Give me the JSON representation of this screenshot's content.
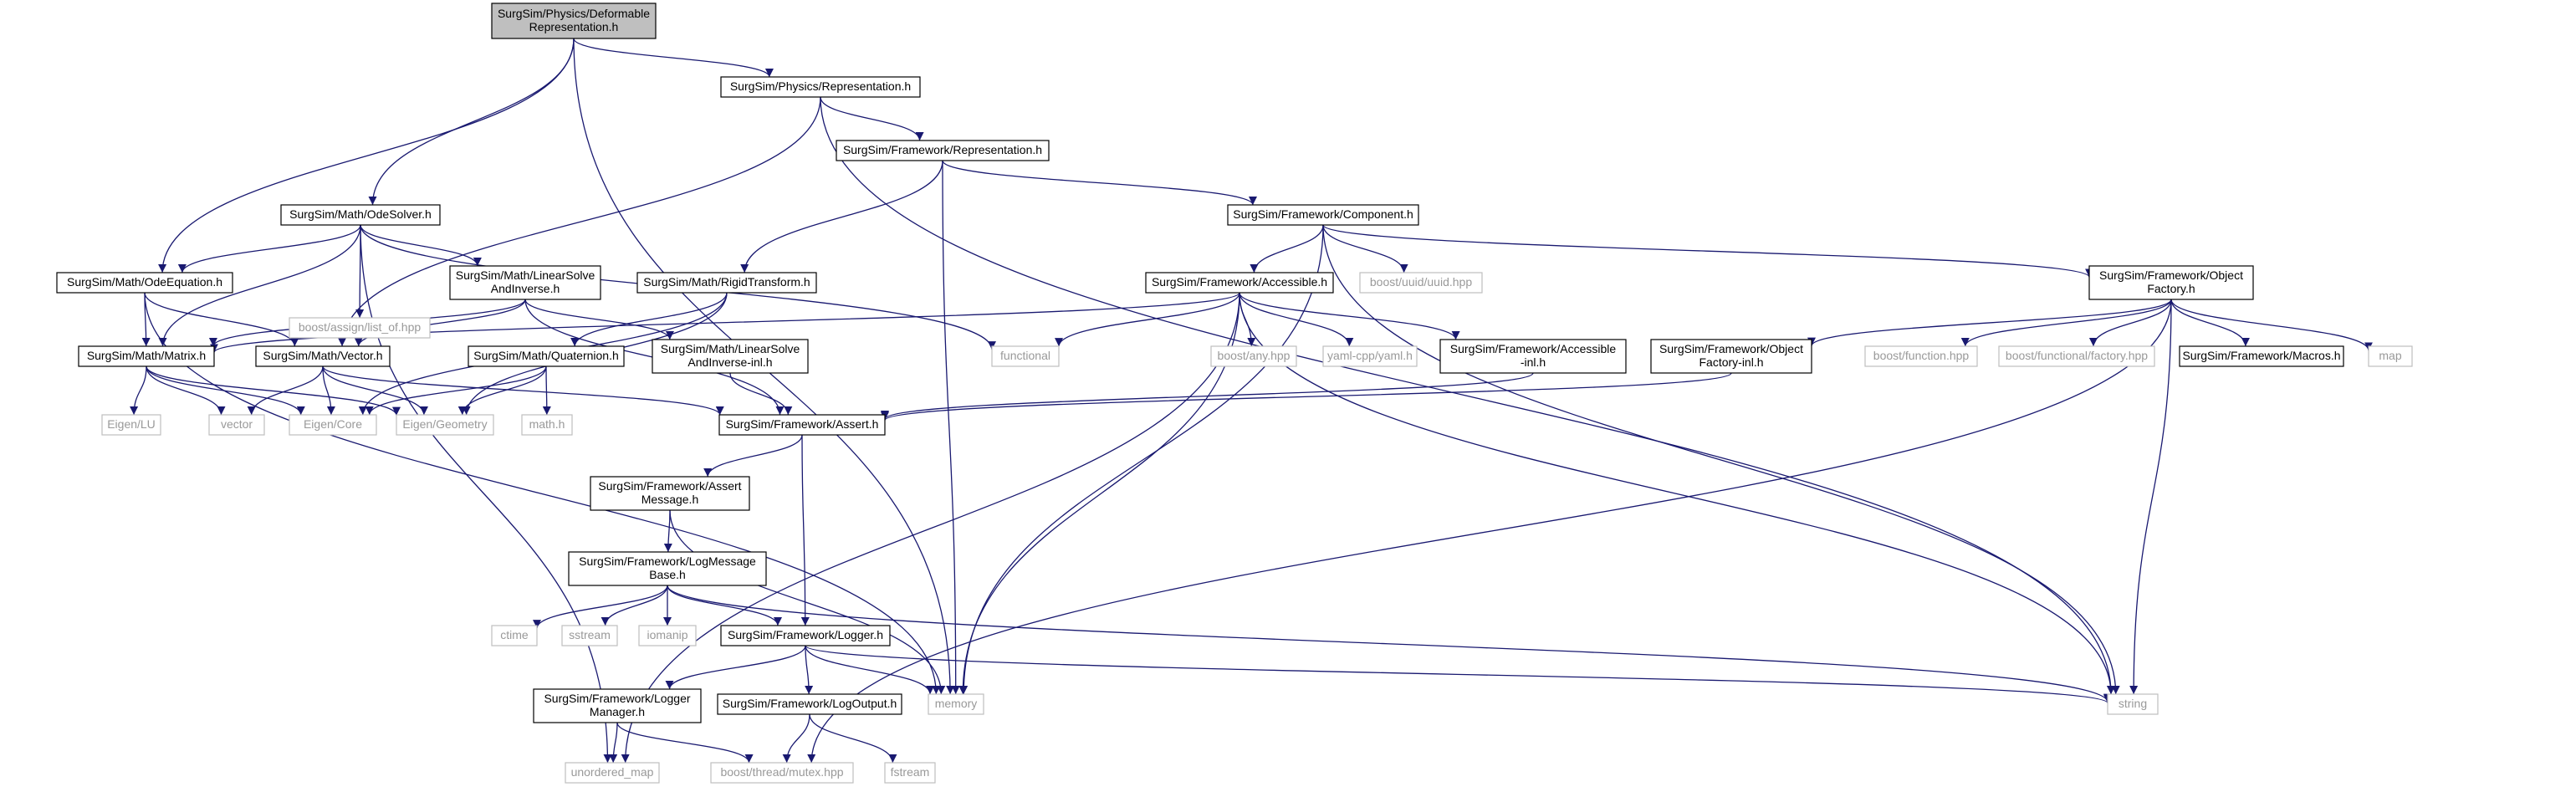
{
  "colors": {
    "edge": "#191970",
    "root_fill": "#bfbfbf",
    "header_border": "#000000",
    "external_border": "#bfbfbf",
    "external_text": "#999999",
    "text": "#000000",
    "background": "#ffffff"
  },
  "nodes": [
    {
      "id": "root",
      "lines": [
        "SurgSim/Physics/Deformable",
        "Representation.h"
      ],
      "kind": "root"
    },
    {
      "id": "phys_rep",
      "lines": [
        "SurgSim/Physics/Representation.h"
      ],
      "kind": "header"
    },
    {
      "id": "fw_rep",
      "lines": [
        "SurgSim/Framework/Representation.h"
      ],
      "kind": "header"
    },
    {
      "id": "component",
      "lines": [
        "SurgSim/Framework/Component.h"
      ],
      "kind": "header"
    },
    {
      "id": "odesolver",
      "lines": [
        "SurgSim/Math/OdeSolver.h"
      ],
      "kind": "header"
    },
    {
      "id": "odeequation",
      "lines": [
        "SurgSim/Math/OdeEquation.h"
      ],
      "kind": "header"
    },
    {
      "id": "boost_assign",
      "lines": [
        "boost/assign/list_of.hpp"
      ],
      "kind": "external"
    },
    {
      "id": "linsolve",
      "lines": [
        "SurgSim/Math/LinearSolve",
        "AndInverse.h"
      ],
      "kind": "header"
    },
    {
      "id": "rigid",
      "lines": [
        "SurgSim/Math/RigidTransform.h"
      ],
      "kind": "header"
    },
    {
      "id": "accessible",
      "lines": [
        "SurgSim/Framework/Accessible.h"
      ],
      "kind": "header"
    },
    {
      "id": "boost_uuid",
      "lines": [
        "boost/uuid/uuid.hpp"
      ],
      "kind": "external"
    },
    {
      "id": "objfactory",
      "lines": [
        "SurgSim/Framework/Object",
        "Factory.h"
      ],
      "kind": "header"
    },
    {
      "id": "matrix",
      "lines": [
        "SurgSim/Math/Matrix.h"
      ],
      "kind": "header"
    },
    {
      "id": "vector_h",
      "lines": [
        "SurgSim/Math/Vector.h"
      ],
      "kind": "header"
    },
    {
      "id": "quaternion",
      "lines": [
        "SurgSim/Math/Quaternion.h"
      ],
      "kind": "header"
    },
    {
      "id": "linsolve_inl",
      "lines": [
        "SurgSim/Math/LinearSolve",
        "AndInverse-inl.h"
      ],
      "kind": "header"
    },
    {
      "id": "functional",
      "lines": [
        "functional"
      ],
      "kind": "external"
    },
    {
      "id": "boost_any",
      "lines": [
        "boost/any.hpp"
      ],
      "kind": "external"
    },
    {
      "id": "yaml",
      "lines": [
        "yaml-cpp/yaml.h"
      ],
      "kind": "external"
    },
    {
      "id": "accessible_inl",
      "lines": [
        "SurgSim/Framework/Accessible",
        "-inl.h"
      ],
      "kind": "header"
    },
    {
      "id": "objfactory_inl",
      "lines": [
        "SurgSim/Framework/Object",
        "Factory-inl.h"
      ],
      "kind": "header"
    },
    {
      "id": "boost_function",
      "lines": [
        "boost/function.hpp"
      ],
      "kind": "external"
    },
    {
      "id": "boost_factory",
      "lines": [
        "boost/functional/factory.hpp"
      ],
      "kind": "external"
    },
    {
      "id": "macros",
      "lines": [
        "SurgSim/Framework/Macros.h"
      ],
      "kind": "header"
    },
    {
      "id": "map",
      "lines": [
        "map"
      ],
      "kind": "external"
    },
    {
      "id": "eigen_lu",
      "lines": [
        "Eigen/LU"
      ],
      "kind": "external"
    },
    {
      "id": "vector_std",
      "lines": [
        "vector"
      ],
      "kind": "external"
    },
    {
      "id": "eigen_core",
      "lines": [
        "Eigen/Core"
      ],
      "kind": "external"
    },
    {
      "id": "eigen_geometry",
      "lines": [
        "Eigen/Geometry"
      ],
      "kind": "external"
    },
    {
      "id": "math_h",
      "lines": [
        "math.h"
      ],
      "kind": "external"
    },
    {
      "id": "assert",
      "lines": [
        "SurgSim/Framework/Assert.h"
      ],
      "kind": "header"
    },
    {
      "id": "assertmsg",
      "lines": [
        "SurgSim/Framework/Assert",
        "Message.h"
      ],
      "kind": "header"
    },
    {
      "id": "logmsgbase",
      "lines": [
        "SurgSim/Framework/LogMessage",
        "Base.h"
      ],
      "kind": "header"
    },
    {
      "id": "ctime",
      "lines": [
        "ctime"
      ],
      "kind": "external"
    },
    {
      "id": "sstream",
      "lines": [
        "sstream"
      ],
      "kind": "external"
    },
    {
      "id": "iomanip",
      "lines": [
        "iomanip"
      ],
      "kind": "external"
    },
    {
      "id": "logger",
      "lines": [
        "SurgSim/Framework/Logger.h"
      ],
      "kind": "header"
    },
    {
      "id": "memory",
      "lines": [
        "memory"
      ],
      "kind": "external"
    },
    {
      "id": "string",
      "lines": [
        "string"
      ],
      "kind": "external"
    },
    {
      "id": "loggermgr",
      "lines": [
        "SurgSim/Framework/Logger",
        "Manager.h"
      ],
      "kind": "header"
    },
    {
      "id": "logoutput",
      "lines": [
        "SurgSim/Framework/LogOutput.h"
      ],
      "kind": "header"
    },
    {
      "id": "unordered_map",
      "lines": [
        "unordered_map"
      ],
      "kind": "external"
    },
    {
      "id": "boost_mutex",
      "lines": [
        "boost/thread/mutex.hpp"
      ],
      "kind": "external"
    },
    {
      "id": "fstream",
      "lines": [
        "fstream"
      ],
      "kind": "external"
    }
  ],
  "edges": [
    [
      "root",
      "phys_rep"
    ],
    [
      "root",
      "odesolver"
    ],
    [
      "root",
      "odeequation"
    ],
    [
      "root",
      "memory"
    ],
    [
      "phys_rep",
      "fw_rep"
    ],
    [
      "phys_rep",
      "vector_h"
    ],
    [
      "phys_rep",
      "string"
    ],
    [
      "fw_rep",
      "component"
    ],
    [
      "fw_rep",
      "rigid"
    ],
    [
      "fw_rep",
      "memory"
    ],
    [
      "component",
      "accessible"
    ],
    [
      "component",
      "boost_uuid"
    ],
    [
      "component",
      "objfactory"
    ],
    [
      "component",
      "memory"
    ],
    [
      "component",
      "string"
    ],
    [
      "odesolver",
      "odeequation"
    ],
    [
      "odesolver",
      "boost_assign"
    ],
    [
      "odesolver",
      "linsolve"
    ],
    [
      "odesolver",
      "matrix"
    ],
    [
      "odesolver",
      "functional"
    ],
    [
      "odesolver",
      "unordered_map"
    ],
    [
      "odeequation",
      "matrix"
    ],
    [
      "odeequation",
      "vector_h"
    ],
    [
      "odeequation",
      "memory"
    ],
    [
      "linsolve",
      "matrix"
    ],
    [
      "linsolve",
      "vector_h"
    ],
    [
      "linsolve",
      "linsolve_inl"
    ],
    [
      "linsolve",
      "assert"
    ],
    [
      "rigid",
      "quaternion"
    ],
    [
      "rigid",
      "eigen_core"
    ],
    [
      "rigid",
      "eigen_geometry"
    ],
    [
      "accessible",
      "matrix"
    ],
    [
      "accessible",
      "functional"
    ],
    [
      "accessible",
      "boost_any"
    ],
    [
      "accessible",
      "yaml"
    ],
    [
      "accessible",
      "accessible_inl"
    ],
    [
      "accessible",
      "memory"
    ],
    [
      "accessible",
      "unordered_map"
    ],
    [
      "accessible",
      "string"
    ],
    [
      "objfactory",
      "objfactory_inl"
    ],
    [
      "objfactory",
      "boost_function"
    ],
    [
      "objfactory",
      "boost_factory"
    ],
    [
      "objfactory",
      "macros"
    ],
    [
      "objfactory",
      "map"
    ],
    [
      "objfactory",
      "string"
    ],
    [
      "objfactory",
      "boost_mutex"
    ],
    [
      "matrix",
      "eigen_lu"
    ],
    [
      "matrix",
      "vector_std"
    ],
    [
      "matrix",
      "eigen_core"
    ],
    [
      "matrix",
      "eigen_geometry"
    ],
    [
      "vector_h",
      "vector_std"
    ],
    [
      "vector_h",
      "eigen_core"
    ],
    [
      "vector_h",
      "eigen_geometry"
    ],
    [
      "vector_h",
      "assert"
    ],
    [
      "quaternion",
      "eigen_core"
    ],
    [
      "quaternion",
      "eigen_geometry"
    ],
    [
      "quaternion",
      "math_h"
    ],
    [
      "linsolve_inl",
      "assert"
    ],
    [
      "accessible_inl",
      "assert"
    ],
    [
      "objfactory_inl",
      "assert"
    ],
    [
      "assert",
      "assertmsg"
    ],
    [
      "assert",
      "logger"
    ],
    [
      "assertmsg",
      "logmsgbase"
    ],
    [
      "assertmsg",
      "memory"
    ],
    [
      "logmsgbase",
      "ctime"
    ],
    [
      "logmsgbase",
      "sstream"
    ],
    [
      "logmsgbase",
      "iomanip"
    ],
    [
      "logmsgbase",
      "logger"
    ],
    [
      "logmsgbase",
      "string"
    ],
    [
      "logger",
      "loggermgr"
    ],
    [
      "logger",
      "logoutput"
    ],
    [
      "logger",
      "memory"
    ],
    [
      "logger",
      "string"
    ],
    [
      "loggermgr",
      "unordered_map"
    ],
    [
      "loggermgr",
      "boost_mutex"
    ],
    [
      "logoutput",
      "boost_mutex"
    ],
    [
      "logoutput",
      "fstream"
    ]
  ]
}
